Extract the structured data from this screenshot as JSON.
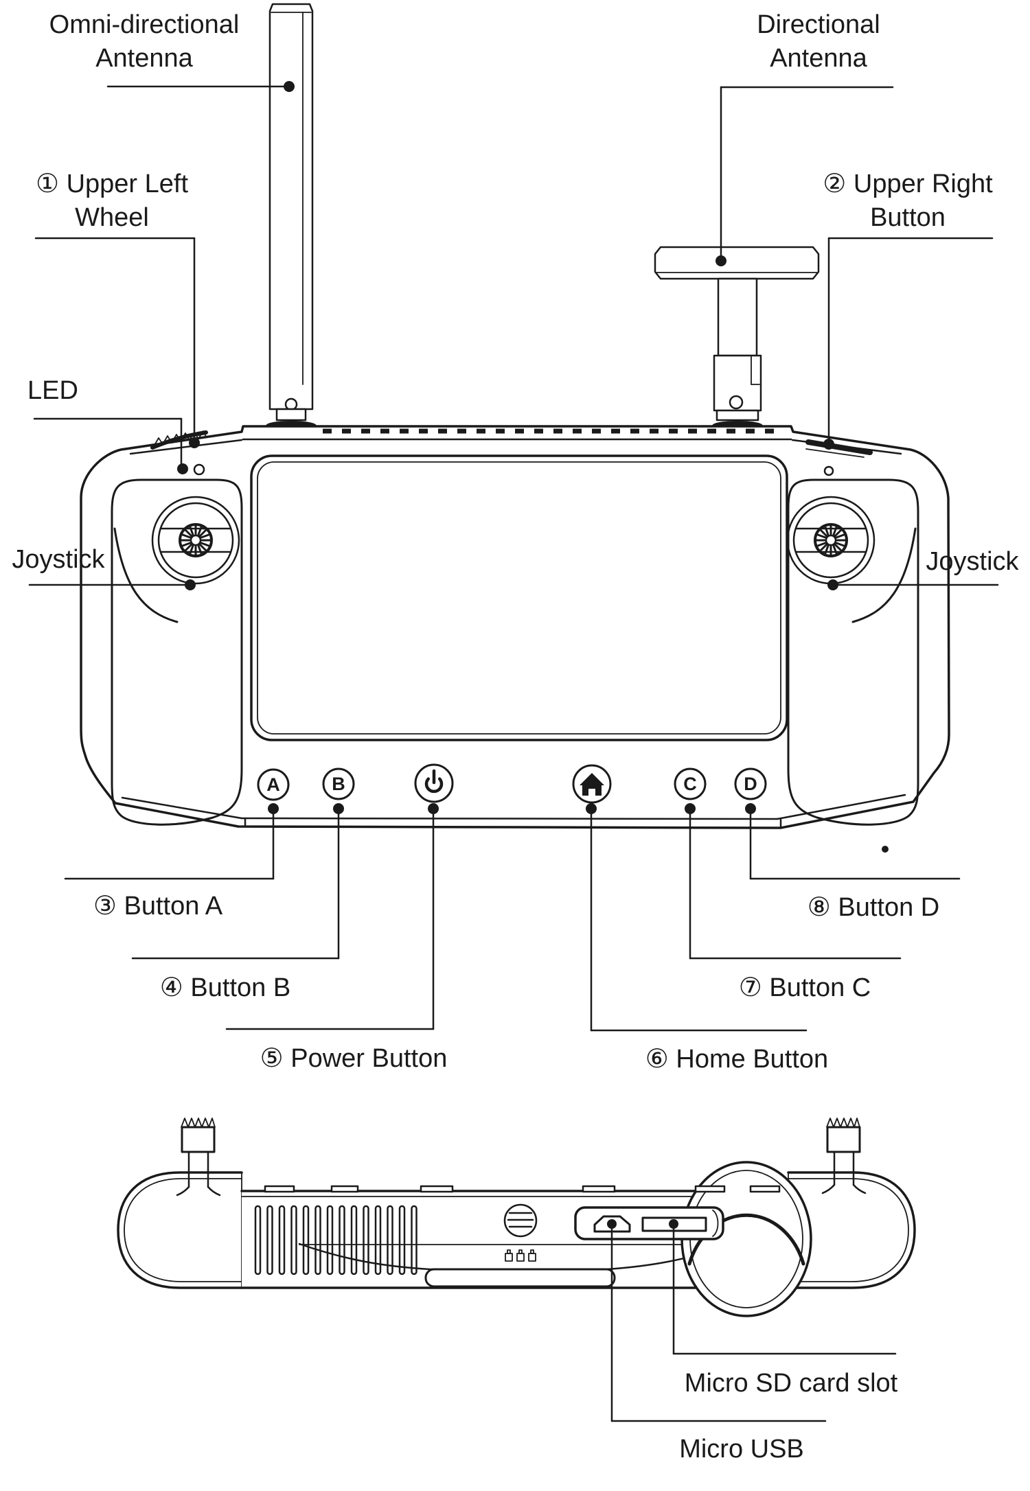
{
  "page": {
    "background": "#ffffff",
    "line_color": "#1a1a1a"
  },
  "front_view": {
    "labels": {
      "omni_antenna_line1": "Omni-directional",
      "omni_antenna_line2": "Antenna",
      "directional_antenna_line1": "Directional",
      "directional_antenna_line2": "Antenna",
      "upper_left_wheel_line1": "① Upper Left",
      "upper_left_wheel_line2": "Wheel",
      "upper_right_button_line1": "② Upper Right",
      "upper_right_button_line2": "Button",
      "led": "LED",
      "joystick_left": "Joystick",
      "joystick_right": "Joystick",
      "button_a": "③ Button A",
      "button_b": "④ Button B",
      "power_button": "⑤ Power Button",
      "home_button": "⑥ Home Button",
      "button_c": "⑦ Button C",
      "button_d": "⑧ Button D"
    },
    "button_glyphs": {
      "a": "A",
      "b": "B",
      "c": "C",
      "d": "D"
    },
    "icons": {
      "power": "power-icon",
      "home": "home-icon"
    }
  },
  "bottom_view": {
    "labels": {
      "micro_sd": "Micro SD card slot",
      "micro_usb": "Micro USB"
    }
  }
}
